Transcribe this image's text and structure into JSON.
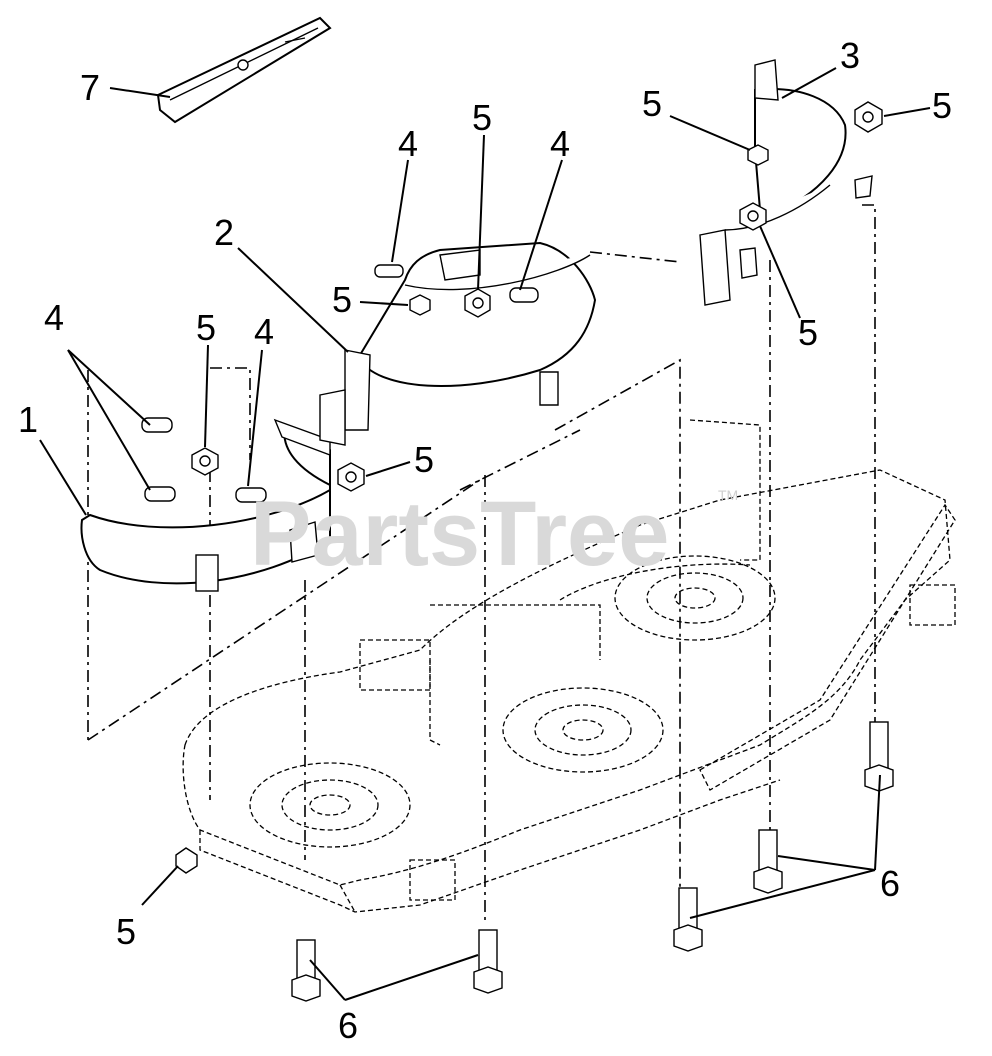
{
  "watermark": {
    "text": "PartsTree",
    "tm": "TM"
  },
  "callouts": {
    "c1": "1",
    "c2": "2",
    "c3": "3",
    "c4a": "4",
    "c4b": "4",
    "c4c": "4",
    "c4d": "4",
    "c5a": "5",
    "c5b": "5",
    "c5c": "5",
    "c5d": "5",
    "c5e": "5",
    "c5f": "5",
    "c5g": "5",
    "c5h": "5",
    "c6a": "6",
    "c6b": "6",
    "c7": "7"
  },
  "parts": [
    {
      "callout": "1",
      "name": "left-blade-shield"
    },
    {
      "callout": "2",
      "name": "center-blade-shield"
    },
    {
      "callout": "3",
      "name": "right-blade-shield"
    },
    {
      "callout": "4",
      "name": "bolt"
    },
    {
      "callout": "5",
      "name": "flange-nut"
    },
    {
      "callout": "6",
      "name": "hex-bolt"
    },
    {
      "callout": "7",
      "name": "mower-blade"
    }
  ]
}
